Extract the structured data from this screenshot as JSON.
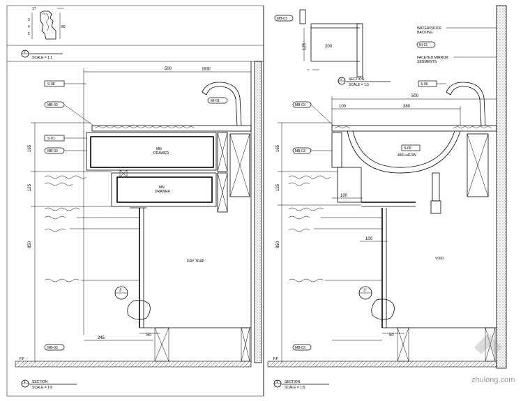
{
  "watermark": "zhulong.com",
  "left": {
    "detail_dims": {
      "d1": "17",
      "d2": "80"
    },
    "detail_label": {
      "num": "2",
      "scale": "SCALE = 1:1"
    },
    "dims": {
      "top_width": "500",
      "h165": "165",
      "h125": "125",
      "h850": "850",
      "b245": "245",
      "b50": "50"
    },
    "tags": {
      "s08": "S-08",
      "mb_top": "MB-03",
      "s01": "S-01",
      "mb_mid": "MB-03",
      "mi01": "MI-01",
      "mb_bot": "MB-03"
    },
    "drawer_top": "DRAWER",
    "drawer_bot": "DRAWER",
    "void_text": "DRY TRAP",
    "detail_bubble": "3",
    "floor_label": "F.F",
    "section_label": {
      "num": "1",
      "title": "SECTION",
      "scale": "SCALE = 1:8"
    }
  },
  "right": {
    "dims": {
      "d125": "125",
      "d200": "200",
      "top_width": "500",
      "d100": "100",
      "d380": "380",
      "h165": "165",
      "h125": "125",
      "d100b": "100",
      "d100c": "100",
      "h850": "850",
      "b50": "50"
    },
    "tags": {
      "mb_detail": "MB-03",
      "s06": "S-06",
      "mb_top": "MB-03",
      "ni01": "NI-01",
      "mb_mid": "MB-03",
      "mb_bot": "MB-03"
    },
    "notes": {
      "waterproof": "WATERPROOF\nBACKING",
      "faceted": "FACETED MIRROR\nSEGMENTS"
    },
    "basin_tag": "S-05",
    "basin_size": "480Lx410W",
    "void_text": "VOID",
    "detail_bubble": "3",
    "section_top": {
      "num": "2",
      "title": "SECTION",
      "scale": "SCALE = 1:5"
    },
    "floor_label": "F.F",
    "section_label": {
      "num": "1",
      "title": "SECTION",
      "scale": "SCALE = 1:8"
    }
  }
}
